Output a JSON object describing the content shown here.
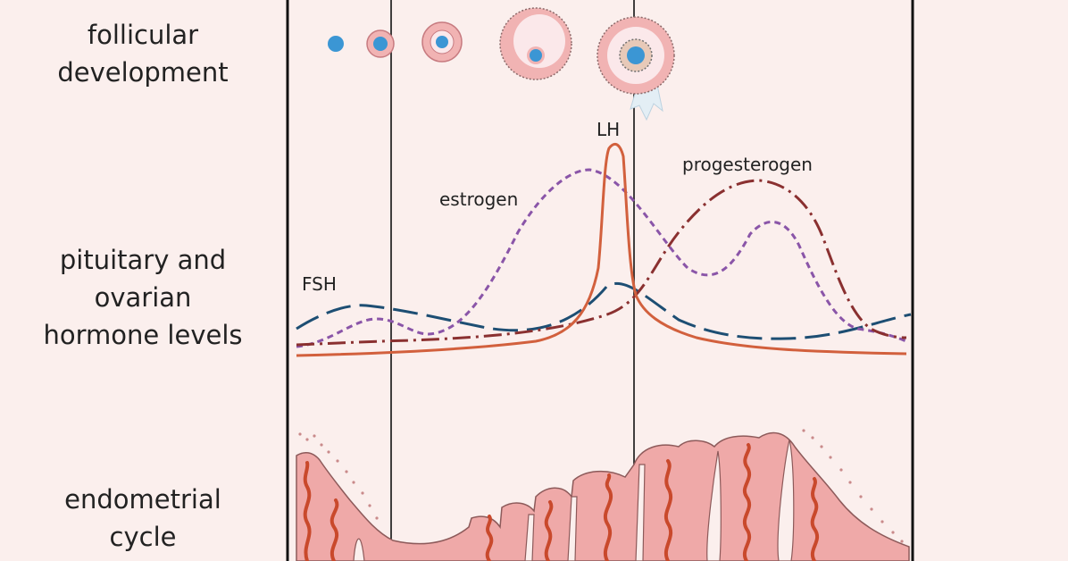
{
  "labels": {
    "follicular": [
      "follicular",
      "development"
    ],
    "hormones": [
      "pituitary and",
      "ovarian",
      "hormone levels"
    ],
    "endometrial": [
      "endometrial",
      "cycle"
    ]
  },
  "curve_labels": {
    "lh": "LH",
    "estrogen": "estrogen",
    "progesterogen": "progesterogen",
    "fsh": "FSH"
  },
  "colors": {
    "background": "#fbefed",
    "lh": "#d2603d",
    "estrogen": "#8a55a8",
    "progesterogen": "#8a3030",
    "fsh": "#1d4e73",
    "follicle": "#f1b3b3",
    "oocyte": "#3b96d4",
    "endometrium": "#efa9a8",
    "gland": "#c9492c"
  },
  "icons": [
    "follicle-icon",
    "oocyte-icon",
    "endometrium-shape",
    "gland-icon"
  ]
}
